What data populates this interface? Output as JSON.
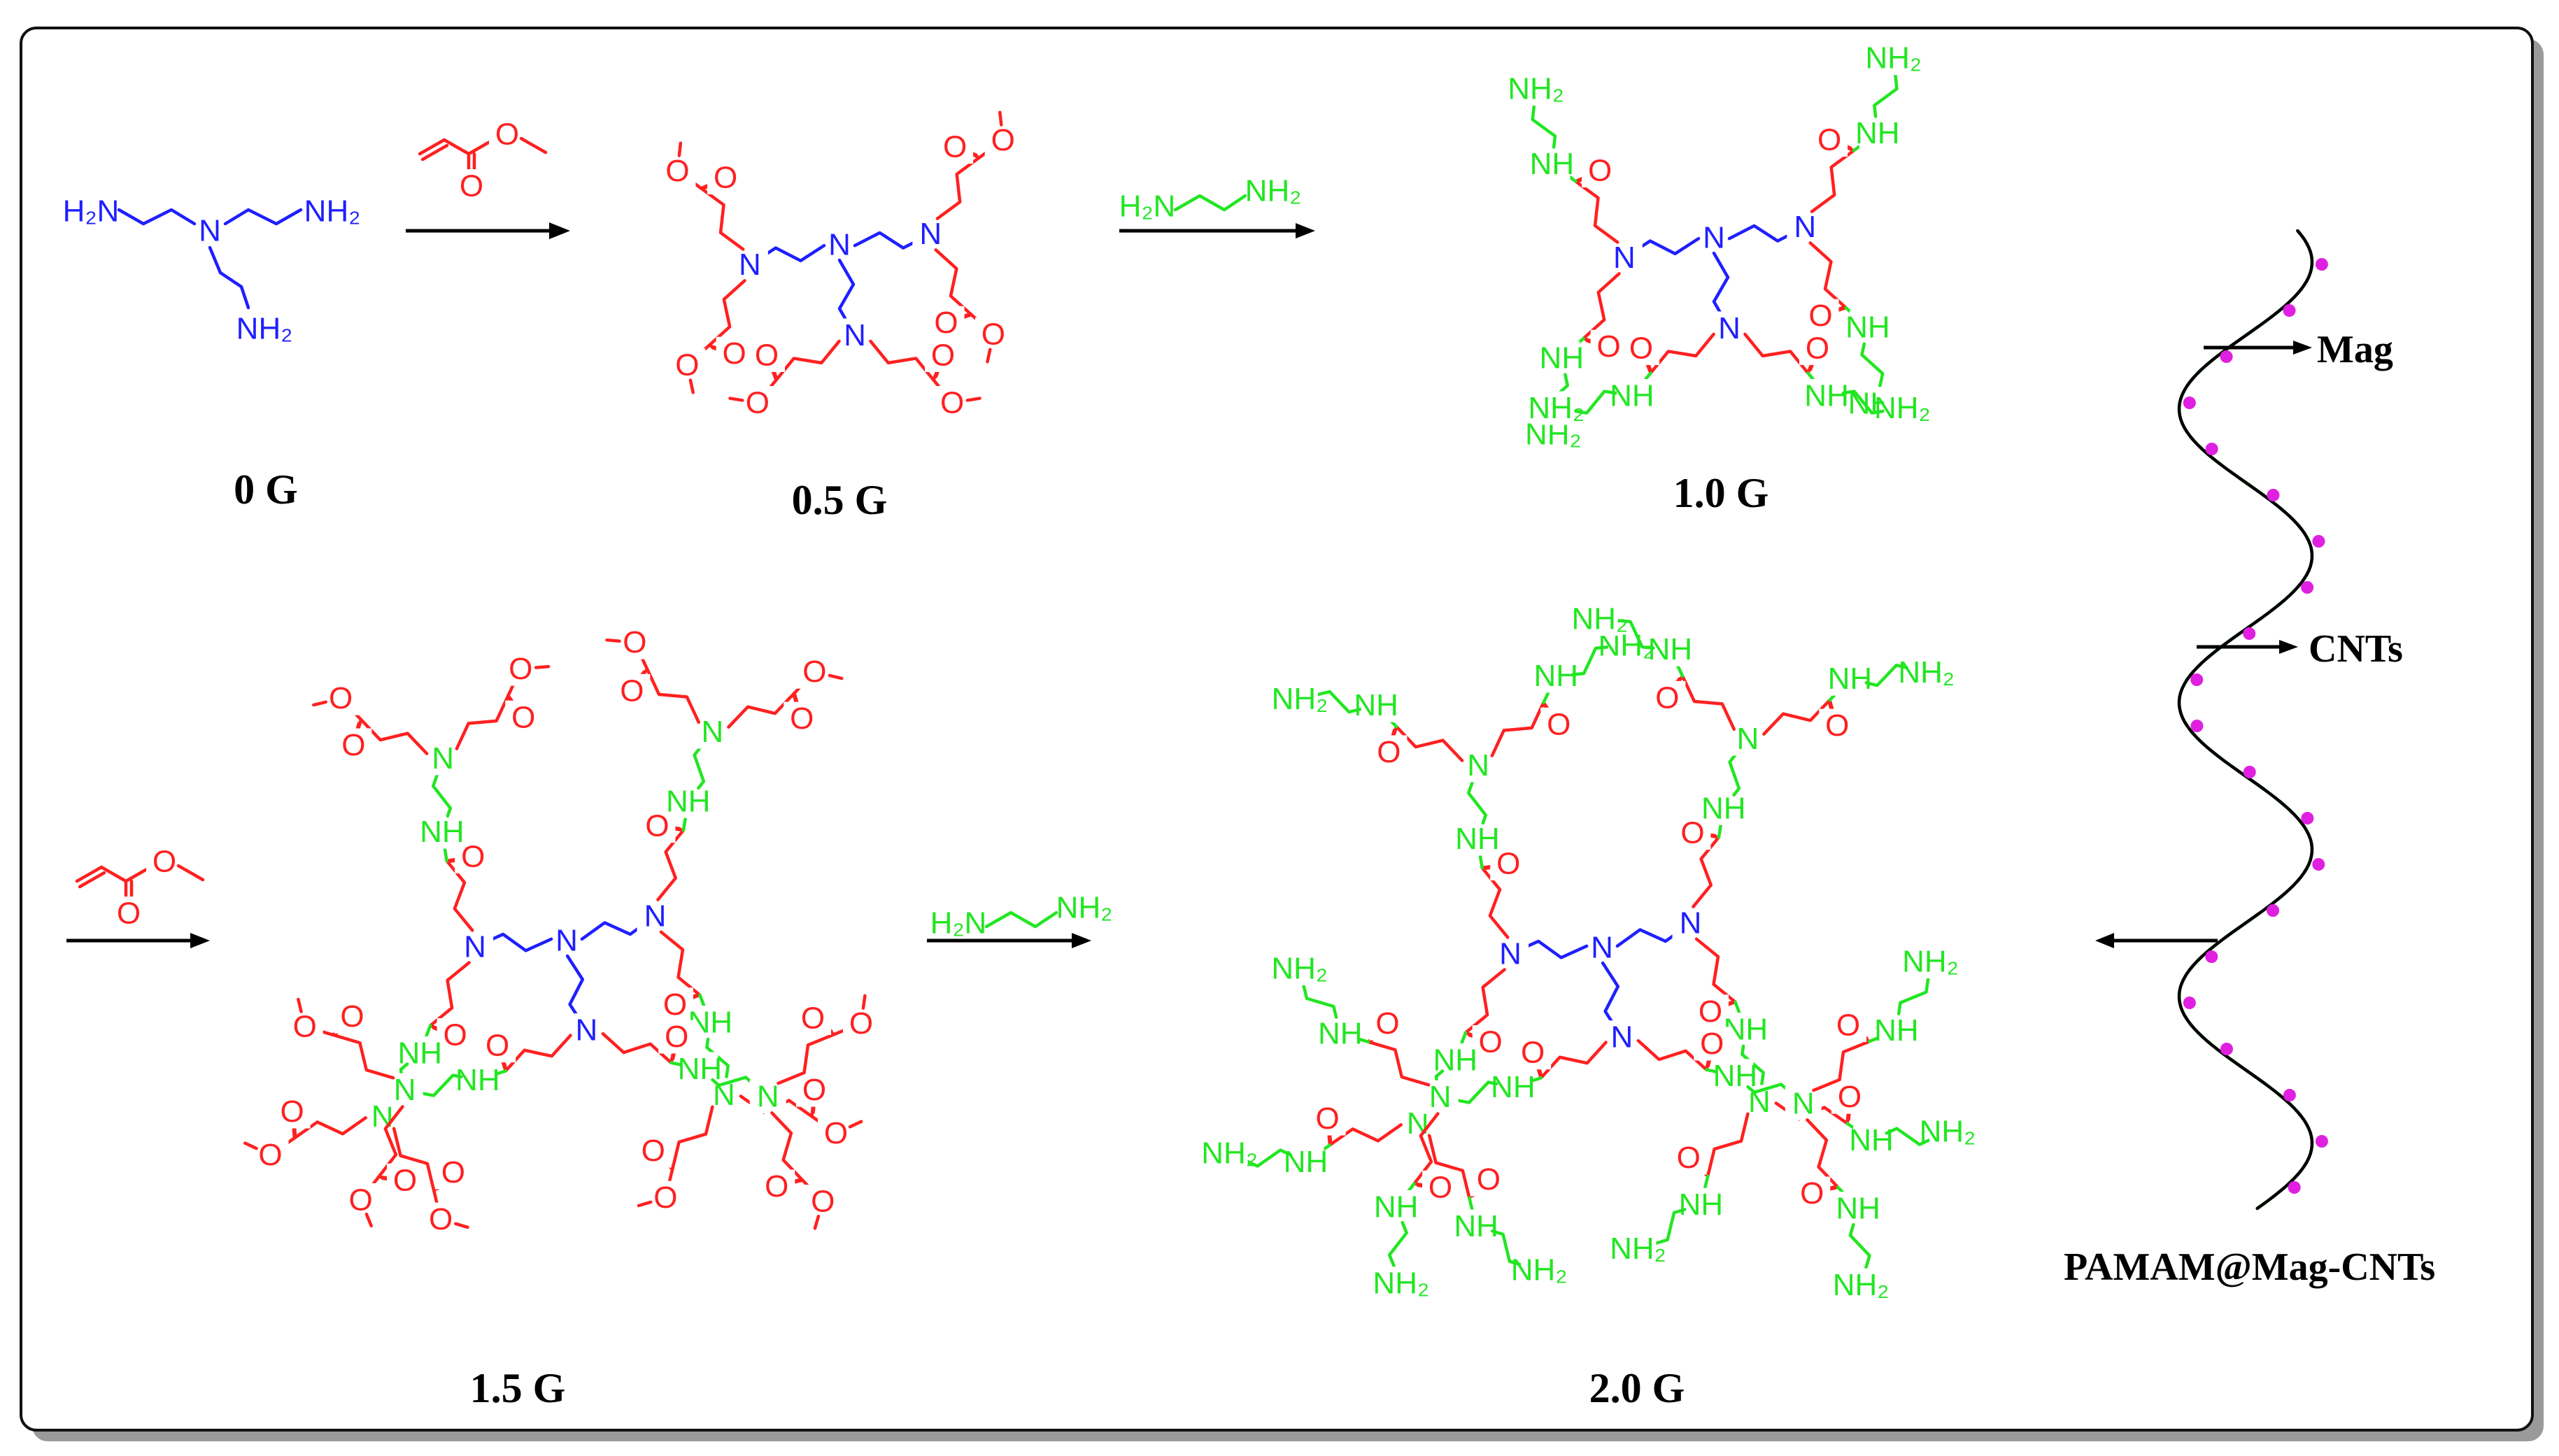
{
  "colors": {
    "core": "#1f1fff",
    "ester": "#ff2020",
    "amine": "#22e622",
    "tube_glow": "#33ff33",
    "tube_core": "#000000",
    "magnetic_dot": "#e020e0"
  },
  "atoms": {
    "N": "N",
    "O": "O",
    "NH": "NH",
    "HN": "HN",
    "NH2": "NH₂",
    "H2N": "H₂N",
    "H": "H"
  },
  "labels": {
    "gen_0": "0 G",
    "gen_05": "0.5 G",
    "gen_10": "1.0 G",
    "gen_15": "1.5 G",
    "gen_20": "2.0 G",
    "composite": "PAMAM@Mag-CNTs",
    "mag": "Mag",
    "cnts": "CNTs"
  },
  "reagents": {
    "ethylenediamine": {
      "left": "H₂N",
      "right": "NH₂"
    },
    "methyl_acrylate": {
      "oxygen": "O"
    }
  }
}
